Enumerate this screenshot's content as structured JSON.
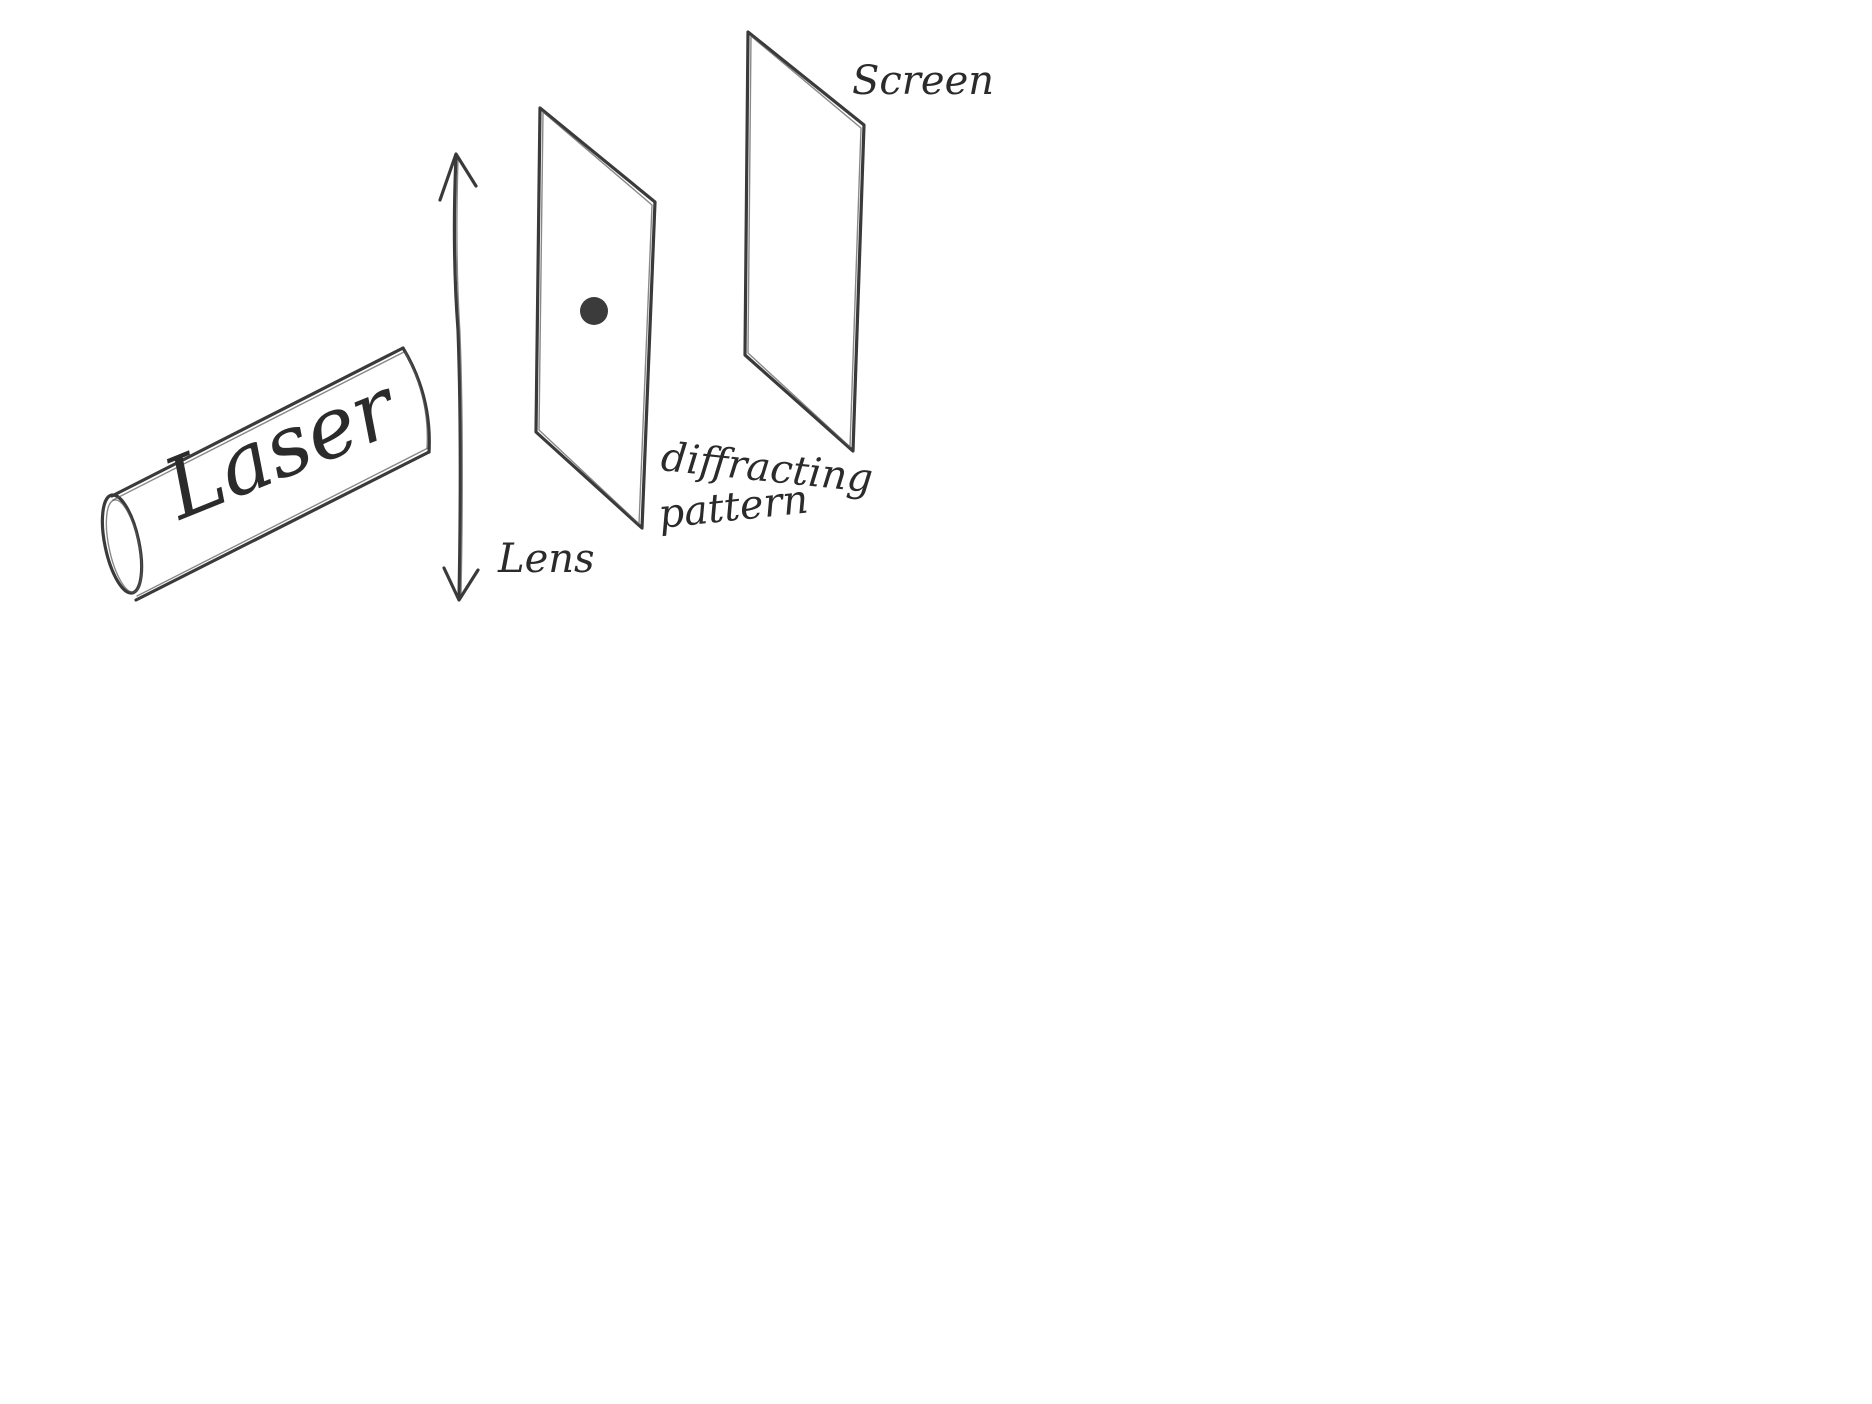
{
  "labels": {
    "laser": "Laser",
    "lens": "Lens",
    "diffracting_line1": "diffracting",
    "diffracting_line2": "pattern",
    "screen": "Screen"
  },
  "colors": {
    "ink": "#3a3a3a",
    "background": "#ffffff"
  }
}
